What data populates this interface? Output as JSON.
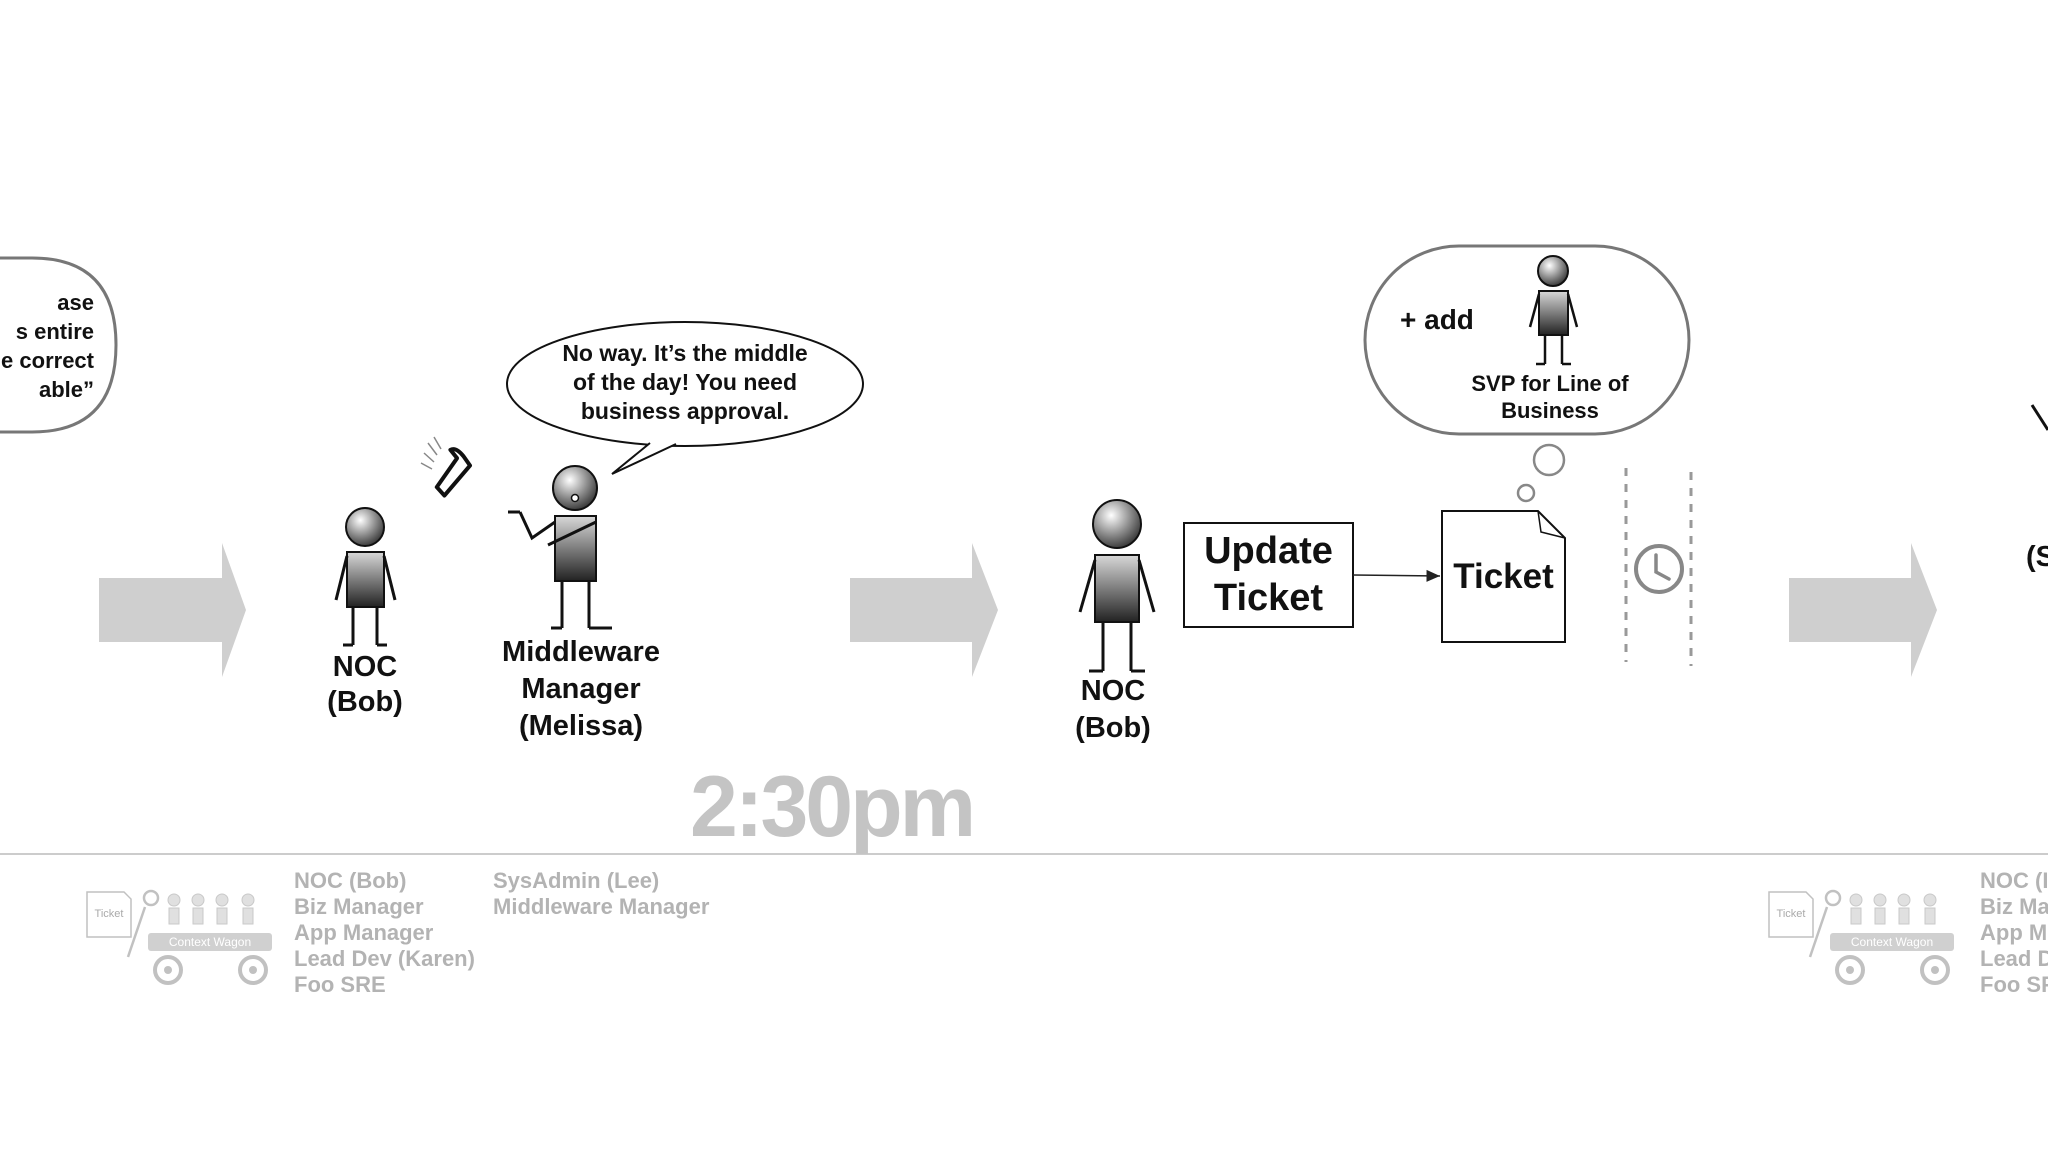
{
  "scene": {
    "left_bubble_lines": [
      "ase",
      "s entire",
      "e correct",
      "able”"
    ],
    "phone_icon": "telephone-handset-icon",
    "clock_icon": "clock-icon",
    "melissa_speech": [
      "No way. It’s the middle",
      "of the day! You need",
      "business approval."
    ],
    "noc_bob_label": [
      "NOC",
      "(Bob)"
    ],
    "middleware_label": [
      "Middleware",
      "Manager",
      "(Melissa)"
    ],
    "noc_bob2_label": [
      "NOC",
      "(Bob)"
    ],
    "update_ticket": [
      "Update",
      "Ticket"
    ],
    "ticket_label": "Ticket",
    "thought_add": "+ add",
    "svp_label": [
      "SVP for Line of",
      "Business"
    ],
    "right_edge_partial": "(S",
    "time": "2:30pm"
  },
  "wagon": {
    "ticket_label": "Ticket",
    "wagon_label": "Context Wagon",
    "col1": [
      "NOC (Bob)",
      "Biz Manager",
      "App Manager",
      "Lead Dev (Karen)",
      "Foo SRE"
    ],
    "col2": [
      "SysAdmin (Lee)",
      "Middleware Manager"
    ],
    "right_col_partial": [
      "NOC (I",
      "Biz Ma",
      "App M",
      "Lead D",
      "Foo SF"
    ]
  },
  "colors": {
    "arrow_gray": "#cfcfcf",
    "muted_text": "#b3b3b3",
    "time_gray": "#c4c4c4",
    "divider": "#cccccc"
  }
}
